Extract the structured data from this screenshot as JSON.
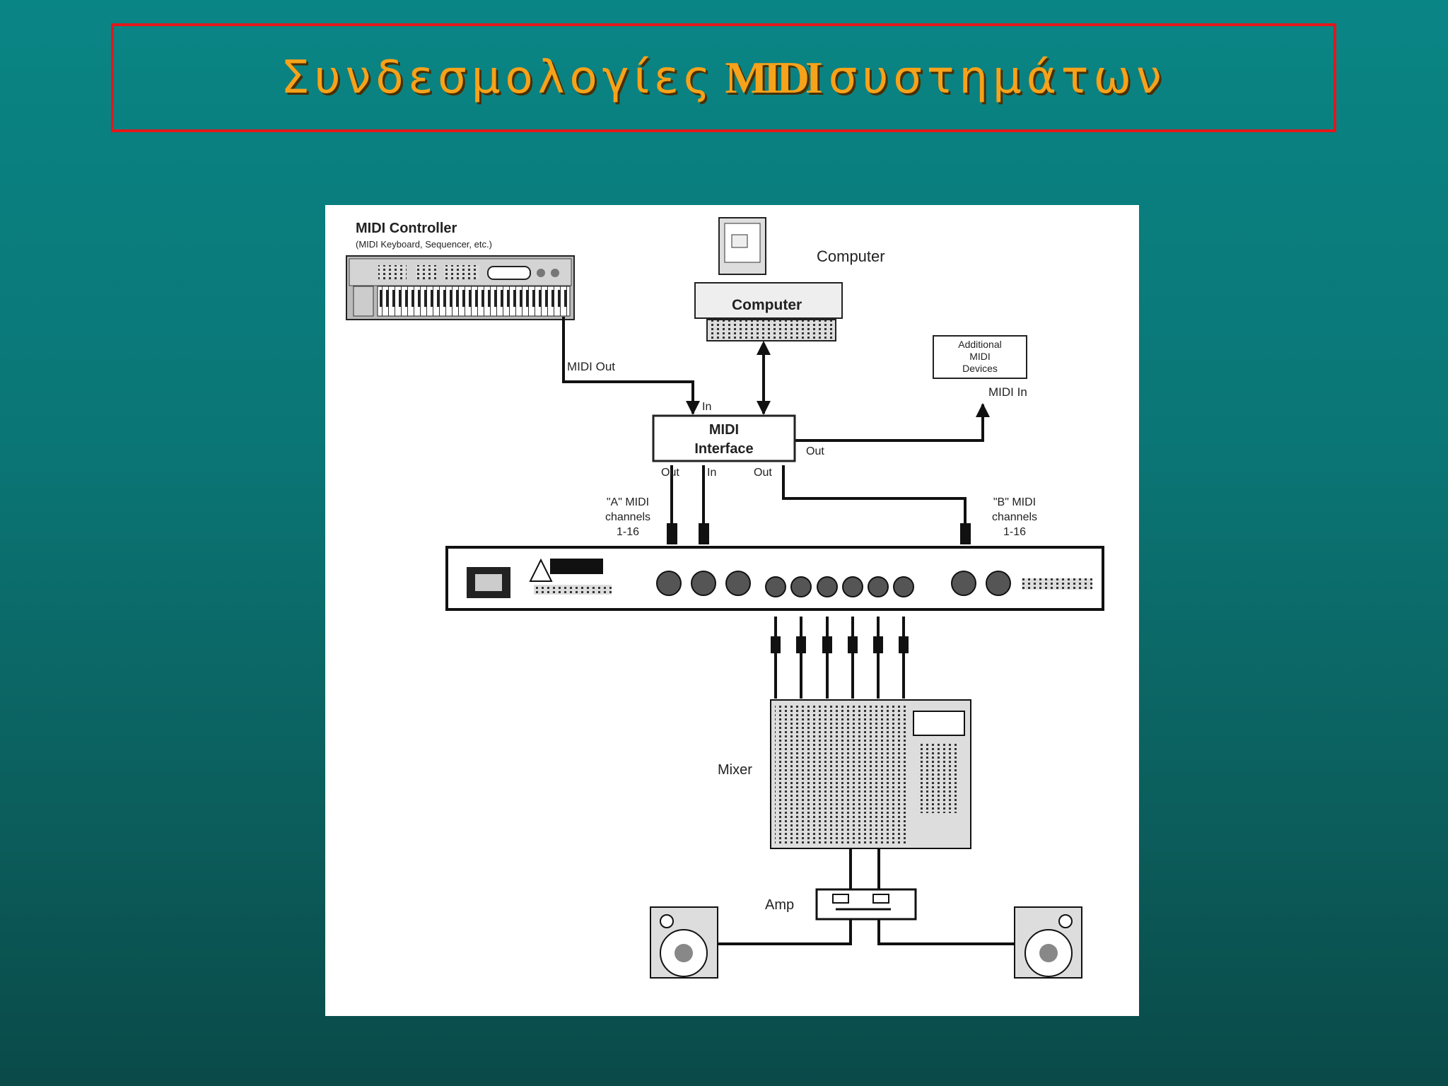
{
  "slide": {
    "title_part1": "Συνδεσμολογίες",
    "title_midi": "MIDI",
    "title_part2": "συστημάτων",
    "colors": {
      "background": "#0a7a7a",
      "title_text": "#f6a21a",
      "title_border": "#e3171b"
    }
  },
  "diagram": {
    "controller_title": "MIDI Controller",
    "controller_subtitle": "(MIDI Keyboard, Sequencer, etc.)",
    "computer_label": "Computer",
    "computer_keyboard_label": "Computer",
    "additional_line1": "Additional",
    "additional_line2": "MIDI",
    "additional_line3": "Devices",
    "midi_out_label": "MIDI Out",
    "in_label": "In",
    "midi_in_label": "MIDI In",
    "interface_line1": "MIDI",
    "interface_line2": "Interface",
    "interface_out_right": "Out",
    "port_out_a": "Out",
    "port_in": "In",
    "port_out_b": "Out",
    "a_line1": "\"A\" MIDI",
    "a_line2": "channels",
    "a_line3": "1-16",
    "b_line1": "\"B\" MIDI",
    "b_line2": "channels",
    "b_line3": "1-16",
    "mixer_label": "Mixer",
    "amp_label": "Amp"
  }
}
